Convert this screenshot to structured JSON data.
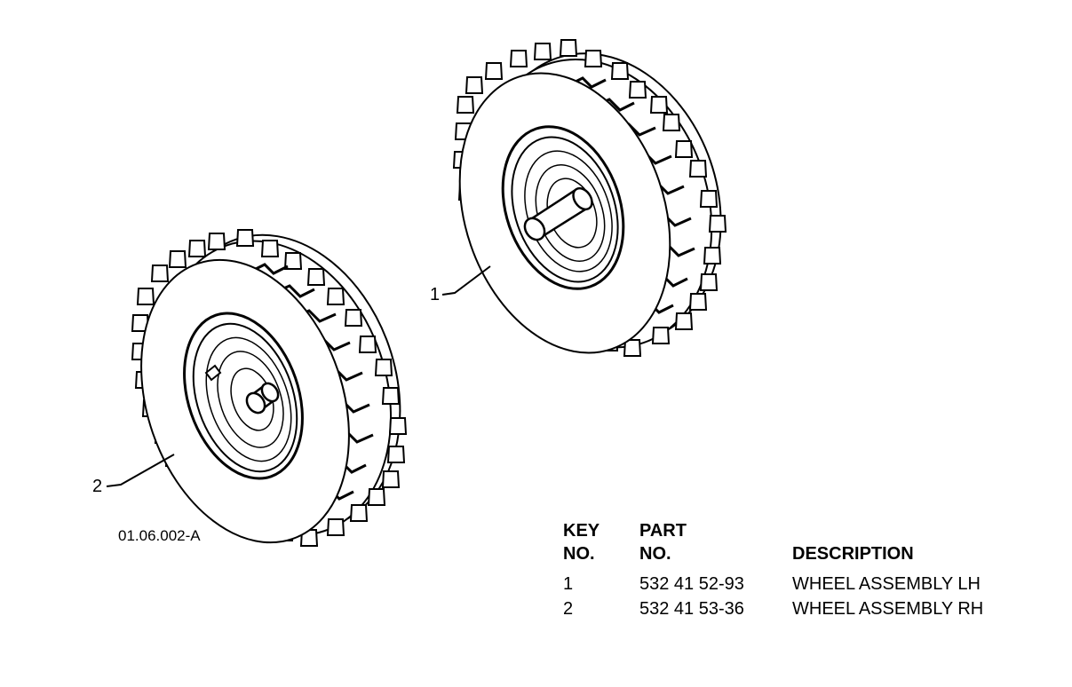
{
  "callouts": [
    "1",
    "2"
  ],
  "figure_id": "01.06.002-A",
  "table": {
    "headers": {
      "key_line1": "KEY",
      "key_line2": "NO.",
      "part_line1": "PART",
      "part_line2": "NO.",
      "description": "DESCRIPTION"
    },
    "rows": [
      {
        "key": "1",
        "part": "532 41 52-93",
        "description": "WHEEL ASSEMBLY LH"
      },
      {
        "key": "2",
        "part": "532 41 53-36",
        "description": "WHEEL ASSEMBLY RH"
      }
    ]
  }
}
